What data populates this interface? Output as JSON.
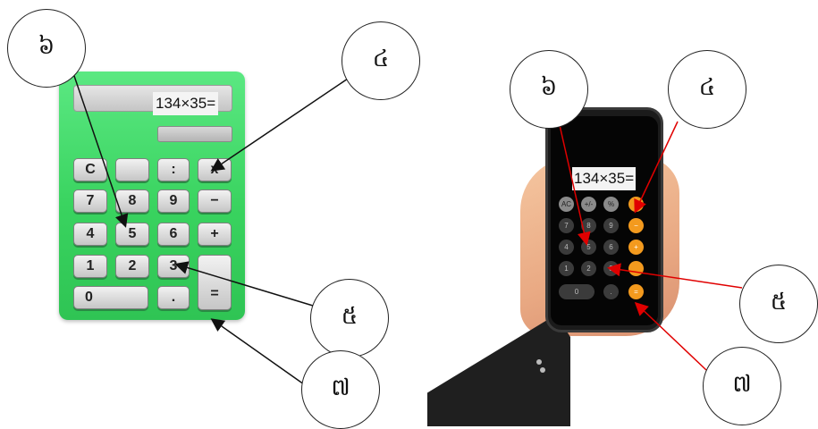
{
  "labels": {
    "six": "៦",
    "four": "៤",
    "five": "៥",
    "seven": "៧"
  },
  "left_calculator": {
    "expression": "134×35=",
    "keys": {
      "c": "C",
      "blank": "",
      "colon": ":",
      "times": "x",
      "seven": "7",
      "eight": "8",
      "nine": "9",
      "minus": "−",
      "four": "4",
      "five": "5",
      "six": "6",
      "plus": "+",
      "one": "1",
      "two": "2",
      "three": "3",
      "zero": "0",
      "dot": ".",
      "equals": "="
    }
  },
  "phone_calculator": {
    "expression": "134×35=",
    "keys": {
      "ac": "AC",
      "plusminus": "+/-",
      "percent": "%",
      "times": "×",
      "seven": "7",
      "eight": "8",
      "nine": "9",
      "minus": "−",
      "four": "4",
      "five": "5",
      "six": "6",
      "plus": "+",
      "one": "1",
      "two": "2",
      "three": "3",
      "zero": "0",
      "dot": ".",
      "equals": "="
    }
  },
  "colors": {
    "calculator_green": "#39d35f",
    "phone_operator_orange": "#f39a1e",
    "pointer_arrow_red": "#e00000",
    "pointer_arrow_black": "#111111"
  }
}
